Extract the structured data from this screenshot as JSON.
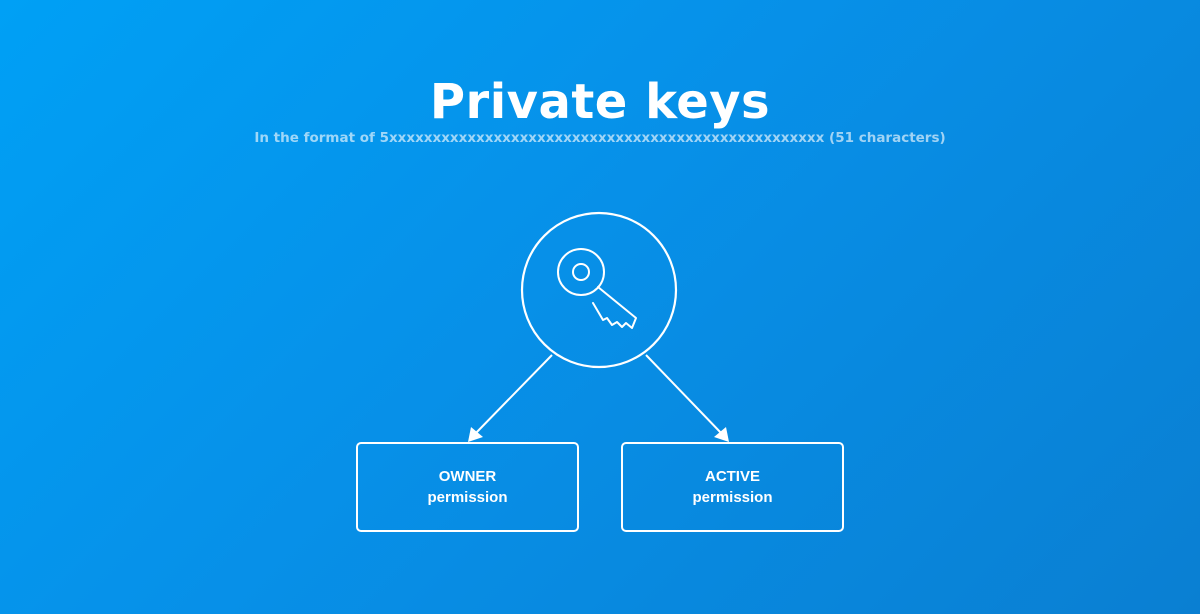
{
  "title": "Private keys",
  "subtitle": "In the format of 5xxxxxxxxxxxxxxxxxxxxxxxxxxxxxxxxxxxxxxxxxxxxxxxxxx (51 characters)",
  "icon": "key-icon",
  "colors": {
    "background_start": "#00a0f5",
    "background_end": "#0a7fd2",
    "stroke": "#ffffff"
  },
  "nodes": [
    {
      "line1": "OWNER",
      "line2": "permission"
    },
    {
      "line1": "ACTIVE",
      "line2": "permission"
    }
  ]
}
